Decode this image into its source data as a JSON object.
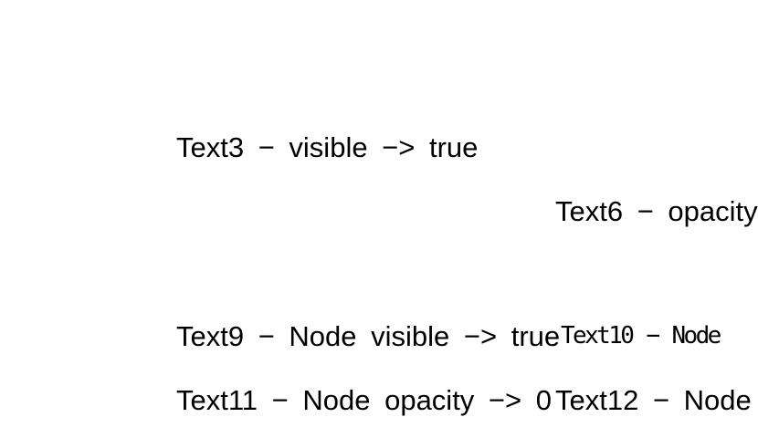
{
  "canvas": {
    "background_color": "#ffffff",
    "text_color": "#000000"
  },
  "labels": {
    "text3": "Text3 − visible −> true",
    "text6": "Text6 − opacity",
    "text9": "Text9 − Node visible −> true",
    "text10": "Text10 − Node",
    "text11": "Text11 − Node opacity −> 0",
    "text12": "Text12 − Node"
  }
}
